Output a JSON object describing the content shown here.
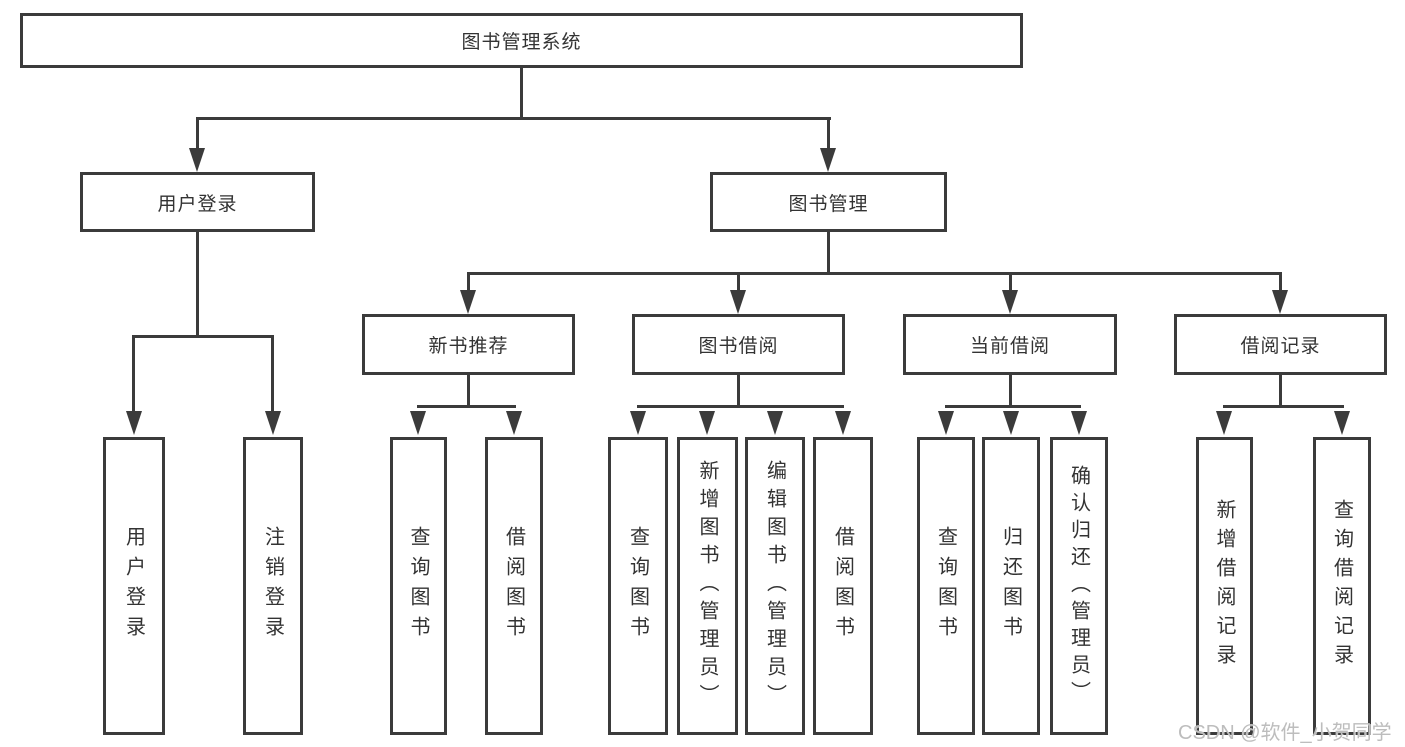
{
  "colors": {
    "line": "#3b3b3b",
    "text": "#333333",
    "watermark": "#bdbdbd",
    "background": "#ffffff"
  },
  "tree": {
    "root": "图书管理系统",
    "branches": [
      {
        "label": "用户登录",
        "children": [
          "用户登录",
          "注销登录"
        ]
      },
      {
        "label": "图书管理",
        "children": [
          {
            "label": "新书推荐",
            "children": [
              "查询图书",
              "借阅图书"
            ]
          },
          {
            "label": "图书借阅",
            "children": [
              "查询图书",
              "新增图书（管理员）",
              "编辑图书（管理员）",
              "借阅图书"
            ]
          },
          {
            "label": "当前借阅",
            "children": [
              "查询图书",
              "归还图书",
              "确认归还（管理员）"
            ]
          },
          {
            "label": "借阅记录",
            "children": [
              "新增借阅记录",
              "查询借阅记录"
            ]
          }
        ]
      }
    ]
  },
  "watermark": "CSDN @软件_小贺同学"
}
